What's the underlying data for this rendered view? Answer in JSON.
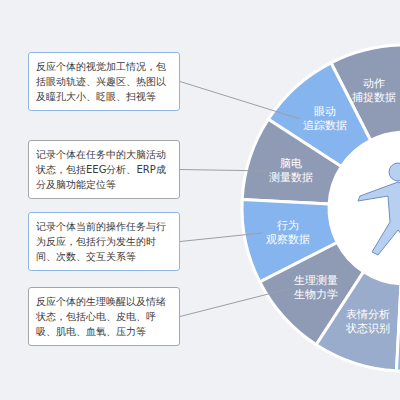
{
  "diagram": {
    "nodes": [
      {
        "text": [
          "反应个体的视觉加工情况，包括眼动轨迹、兴趣区、热图以及瞳孔大小、眨眼、扫视等"
        ]
      },
      {
        "text": [
          "记录个体在任务中的大脑活动状态，包括EEG分析、ERP成分及脑功能定位等"
        ]
      },
      {
        "text": [
          "记录个体当前的操作任务与行为反应，包括行为发生的时间、次数、交互关系等"
        ]
      },
      {
        "text": [
          "反应个体的生理唤醒以及情绪状态，包括心电、皮电、呼吸、肌电、血氧、压力等"
        ]
      },
      {
        "text": [
          "眼动 追踪数据"
        ]
      },
      {
        "text": [
          "动作 捕捉数据"
        ]
      },
      {
        "text": [
          "脑电 测量数据"
        ]
      },
      {
        "text": [
          "行为 观察数据"
        ]
      },
      {
        "text": [
          "生理测量 生物力学"
        ]
      },
      {
        "text": [
          "表情分析 状态识别"
        ]
      }
    ],
    "edges": [
      {
        "from": 0,
        "to": 4,
        "arrow": "none"
      },
      {
        "from": 1,
        "to": 6,
        "arrow": "none"
      },
      {
        "from": 2,
        "to": 7,
        "arrow": "none"
      },
      {
        "from": 3,
        "to": 8,
        "arrow": "none"
      }
    ]
  }
}
